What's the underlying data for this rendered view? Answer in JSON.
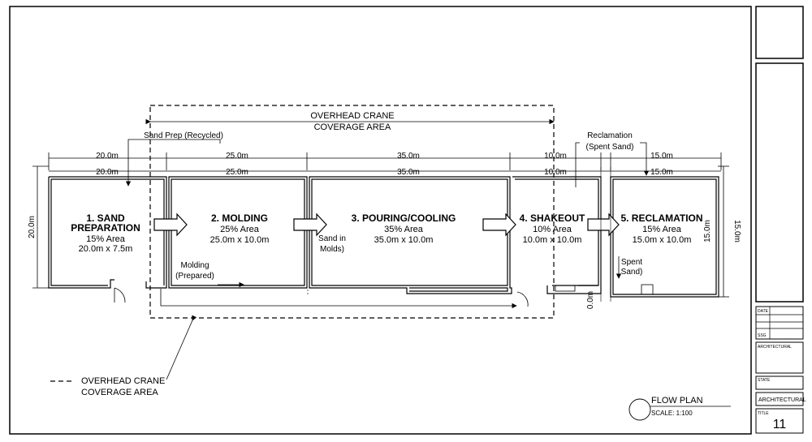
{
  "crane": {
    "title": "OVERHEAD CRANE",
    "subtitle": "COVERAGE AREA"
  },
  "legend": {
    "line1": "OVERHEAD CRANE",
    "line2": "COVERAGE AREA"
  },
  "flows": {
    "sand_prep": "Sand Prep (Recycled)",
    "reclamation_1": "Reclamation",
    "reclamation_2": "(Spent Sand)",
    "molding_1": "Molding",
    "molding_2": "(Prepared)",
    "sand_molds_1": "Sand in",
    "sand_molds_2": "Molds)",
    "spent_1": "Spent",
    "spent_2": "Sand)"
  },
  "dimensions": {
    "top_outer": [
      "20.0m",
      "25.0m",
      "35.0m",
      "10.0m",
      "15.0m"
    ],
    "top_inner": [
      "20.0m",
      "25.0m",
      "35.0m",
      "10.0m",
      "15.0m"
    ],
    "left_height": "20.0m",
    "right_height": "15.0m",
    "right_inner_height": "15.0m",
    "gap": "0.0m"
  },
  "zones": [
    {
      "name_1": "1. SAND",
      "name_2": "PREPARATION",
      "area": "15% Area",
      "size": "20.0m x 7.5m"
    },
    {
      "name_1": "2. MOLDING",
      "area": "25% Area",
      "size": "25.0m x 10.0m"
    },
    {
      "name_1": "3. POURING/COOLING",
      "area": "35% Area",
      "size": "35.0m x 10.0m"
    },
    {
      "name_1": "4. SHAKEOUT",
      "area": "10% Area",
      "size": "10.0m x 10.0m"
    },
    {
      "name_1": "5. RECLAMATION",
      "area": "15% Area",
      "size": "15.0m x 10.0m"
    }
  ],
  "title_block": {
    "plan_title": "FLOW PLAN",
    "scale": "SCALE: 1:100",
    "date_label": "DATE",
    "ssg_label": "SSG",
    "architectural_label": "ARCHITECTURAL",
    "state_label": "STATE",
    "architectural_value": "ARCHITECTURAL",
    "title_label": "TITLE",
    "sheet_number": "11"
  }
}
